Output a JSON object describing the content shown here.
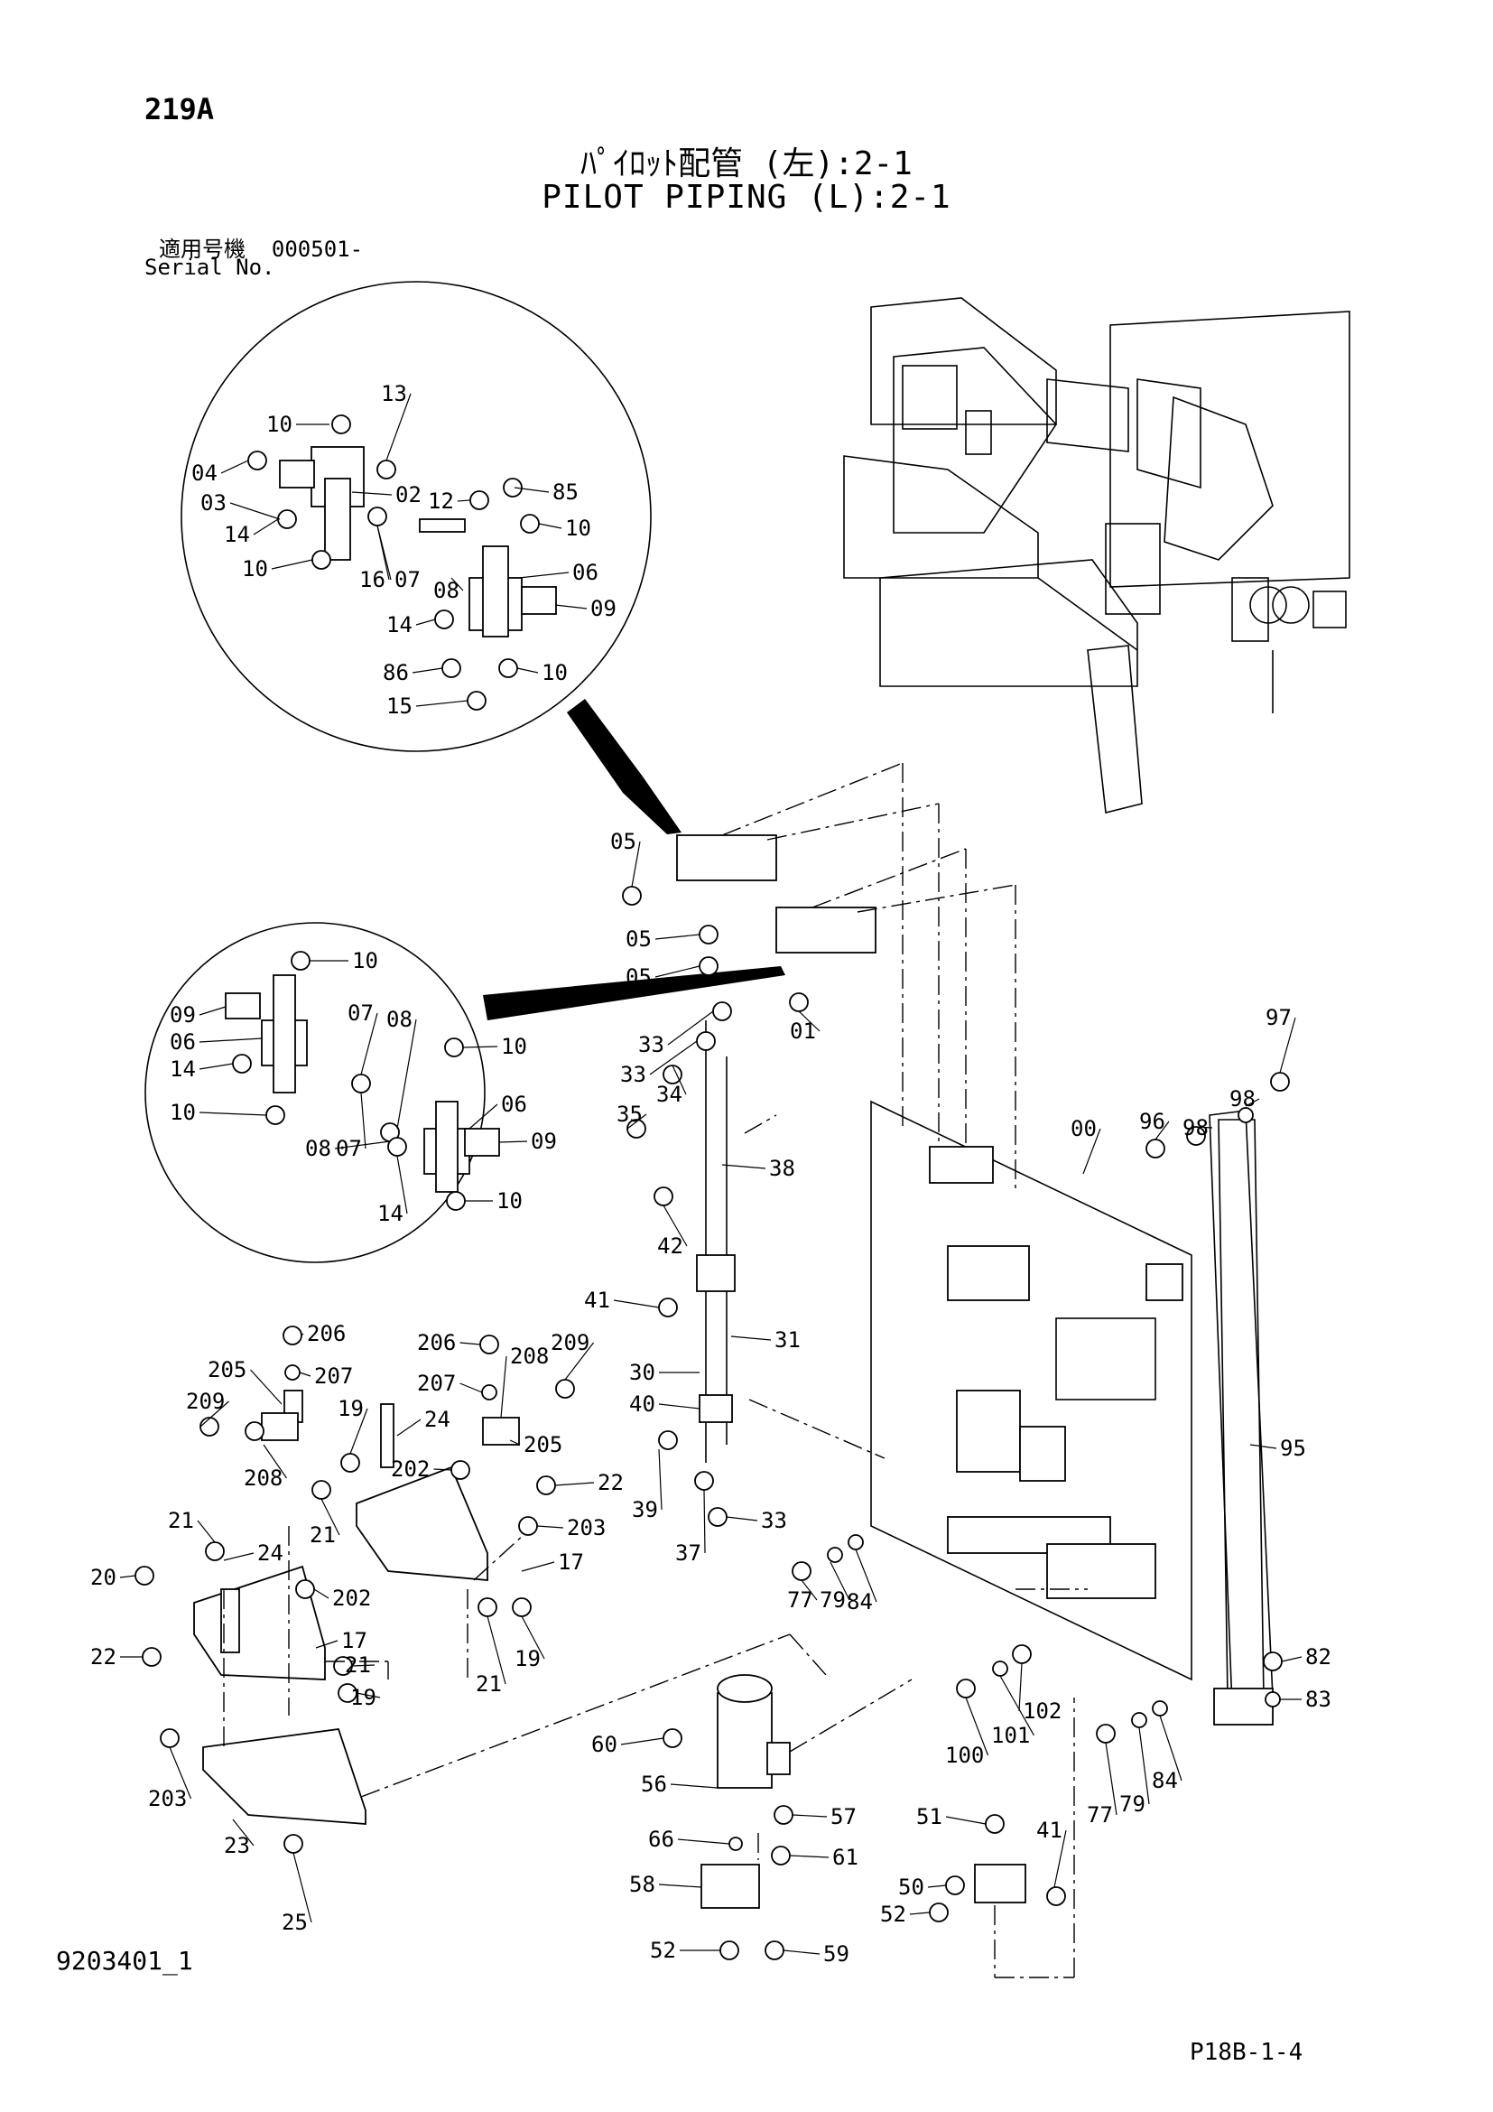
{
  "header": {
    "page_code": "219A",
    "title_jp": "ﾊﾟｲﾛｯﾄ配管 (左):2-1",
    "title_en": "PILOT PIPING (L):2-1",
    "serial_label_jp": "適用号機",
    "serial_value": "000501-",
    "serial_label_en": "Serial No."
  },
  "footer": {
    "drawing_number": "9203401_1",
    "sheet_ref": "P18B-1-4"
  },
  "labels": {
    "upper_detail": [
      "13",
      "10",
      "04",
      "03",
      "02",
      "14",
      "10",
      "16",
      "07",
      "12",
      "85",
      "10",
      "08",
      "06",
      "09",
      "14",
      "86",
      "10",
      "15"
    ],
    "lower_detail": [
      "10",
      "09",
      "06",
      "07",
      "08",
      "10",
      "14",
      "06",
      "10",
      "08",
      "07",
      "09",
      "14",
      "10"
    ],
    "valves": [
      "05",
      "05",
      "05",
      "01"
    ],
    "pipe_assembly": [
      "33",
      "33",
      "34",
      "35",
      "38",
      "42",
      "41",
      "31",
      "30",
      "40",
      "39",
      "37",
      "33"
    ],
    "plate_frame": [
      "00",
      "96",
      "98",
      "98",
      "97",
      "95",
      "77",
      "79",
      "84",
      "100",
      "101",
      "102",
      "82",
      "83",
      "77",
      "79",
      "84"
    ],
    "left_blocks": [
      "206",
      "205",
      "207",
      "209",
      "208",
      "206",
      "207",
      "208",
      "209",
      "19",
      "24",
      "205",
      "202",
      "22",
      "21",
      "203",
      "21",
      "24",
      "17",
      "20",
      "202",
      "17",
      "22",
      "19",
      "21",
      "19",
      "21",
      "203",
      "23",
      "25"
    ],
    "accumulator": [
      "60",
      "56",
      "57",
      "66",
      "61",
      "58",
      "52",
      "59",
      "51",
      "41",
      "50",
      "52"
    ]
  }
}
